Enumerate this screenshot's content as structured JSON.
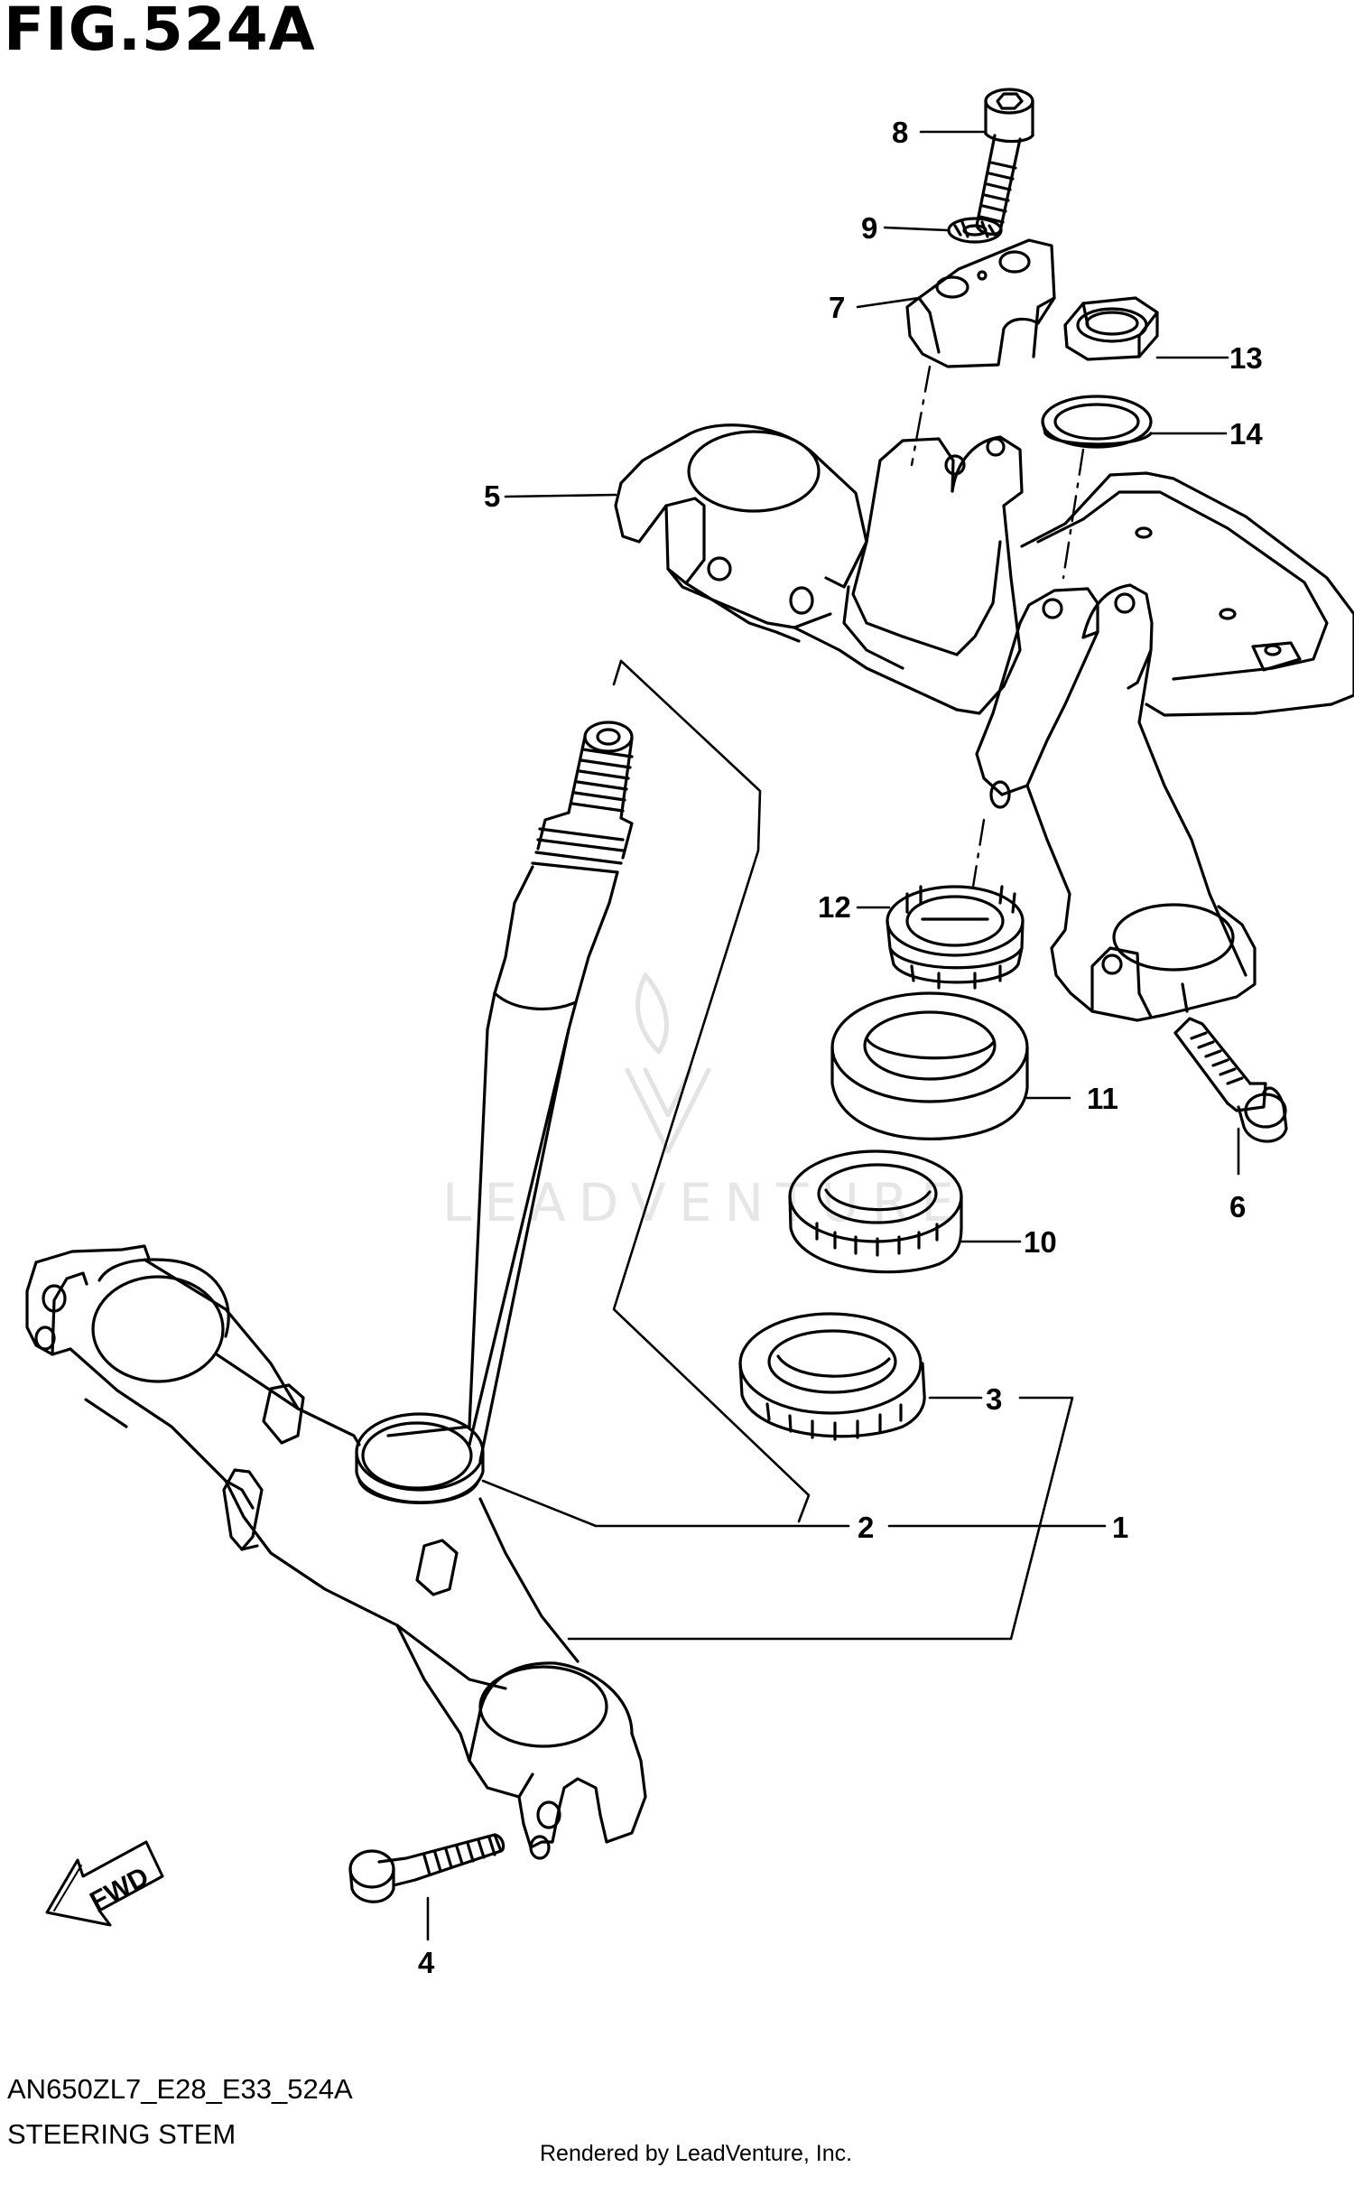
{
  "figure": {
    "title": "FIG.524A"
  },
  "footer": {
    "model_code": "AN650ZL7_E28_E33_524A",
    "section_name": "STEERING STEM",
    "credit": "Rendered by LeadVenture, Inc."
  },
  "watermark": {
    "text": "LEADVENTURE"
  },
  "direction": {
    "label": "FWD"
  },
  "callouts": [
    "1",
    "2",
    "3",
    "4",
    "5",
    "6",
    "7",
    "8",
    "9",
    "10",
    "11",
    "12",
    "13",
    "14"
  ],
  "colors": {
    "line": "#000000",
    "background": "#ffffff",
    "watermark": "#e6e6e6"
  }
}
